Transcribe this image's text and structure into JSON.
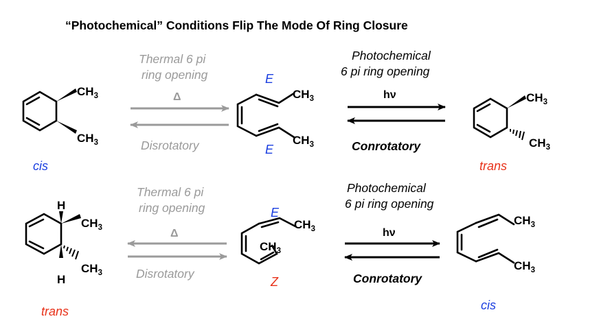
{
  "title": "“Photochemical” Conditions Flip The Mode Of Ring Closure",
  "atoms": {
    "methyl_main": "CH",
    "methyl_sub": "3",
    "hydrogen": "H"
  },
  "top_row": {
    "start_label": "cis",
    "thermal_line1": "Thermal 6 pi",
    "thermal_line2": "ring opening",
    "thermal_arrow_label": "Δ",
    "thermal_mode": "Disrotatory",
    "triene_upper_geometry": "E",
    "triene_lower_geometry": "E",
    "photo_line1": "Photochemical",
    "photo_line2": "6 pi ring opening",
    "photo_arrow_label": "hν",
    "photo_mode": "Conrotatory",
    "product_label": "trans"
  },
  "bottom_row": {
    "start_label": "trans",
    "thermal_line1": "Thermal 6 pi",
    "thermal_line2": "ring opening",
    "thermal_arrow_label": "Δ",
    "thermal_mode": "Disrotatory",
    "triene_upper_geometry": "E",
    "triene_lower_geometry": "Z",
    "photo_line1": "Photochemical",
    "photo_line2": "6 pi ring opening",
    "photo_arrow_label": "hν",
    "photo_mode": "Conrotatory",
    "product_label": "cis"
  },
  "colors": {
    "cis": "#1a3ee0",
    "trans": "#e8321a",
    "E": "#1a3ee0",
    "Z": "#e8321a",
    "thermal": "#9a9a9a",
    "photochemical": "#000000"
  }
}
